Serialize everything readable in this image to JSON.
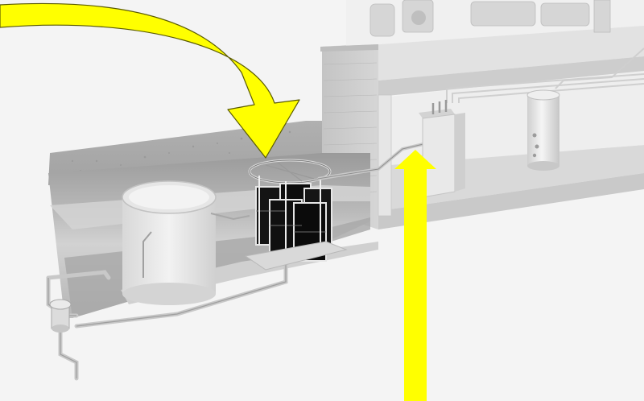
{
  "scene": {
    "background_color": "#f4f4f4",
    "arrow_color": "#ffff00",
    "arrow_outline_color": "#5a5a00",
    "unit_dark_color": "#111111",
    "unit_frame_color": "#e8e8e8"
  },
  "components": [
    {
      "name": "house-cutaway"
    },
    {
      "name": "ground-cutaway-section"
    },
    {
      "name": "water-storage-tank"
    },
    {
      "name": "ground-heat-exchanger-unit"
    },
    {
      "name": "indoor-heat-pump"
    },
    {
      "name": "hot-water-cylinder"
    },
    {
      "name": "outdoor-pump-pipework"
    }
  ]
}
